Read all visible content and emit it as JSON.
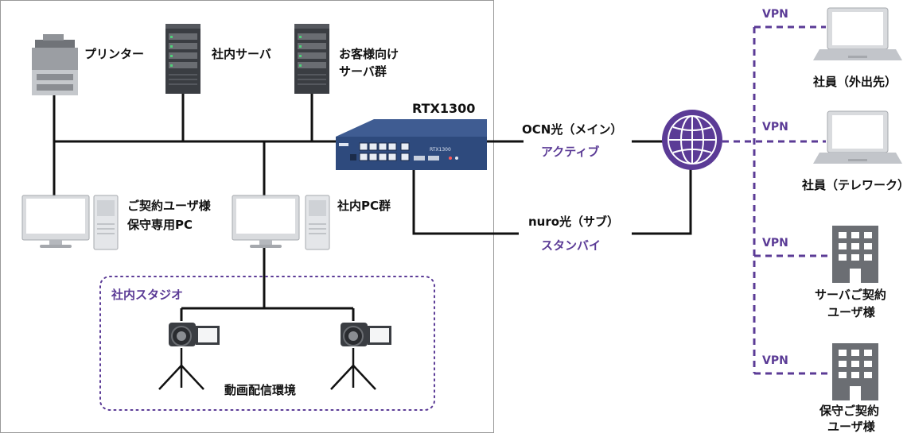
{
  "devices": {
    "printer": "プリンター",
    "internal_server": "社内サーバ",
    "customer_servers": [
      "お客様向け",
      "サーバ群"
    ],
    "router": "RTX1300",
    "router_panel_text": "RTX1300",
    "customer_pc": [
      "ご契約ユーザ様",
      "保守専用PC"
    ],
    "internal_pc": "社内PC群"
  },
  "lines": {
    "main": "OCN光（メイン）",
    "main_status": "アクティブ",
    "sub": "nuro光（サブ）",
    "sub_status": "スタンバイ"
  },
  "studio": {
    "title": "社内スタジオ",
    "caption": "動画配信環境"
  },
  "remote": {
    "vpn_label": "VPN",
    "remote_worker": "社員（外出先）",
    "telework": "社員（テレワーク）",
    "server_customer": [
      "サーバご契約",
      "ユーザ様"
    ],
    "maint_customer": [
      "保守ご契約",
      "ユーザ様"
    ]
  },
  "colors": {
    "accent": "#5b3b96",
    "router": "#2e4a7d",
    "line": "#111111"
  }
}
